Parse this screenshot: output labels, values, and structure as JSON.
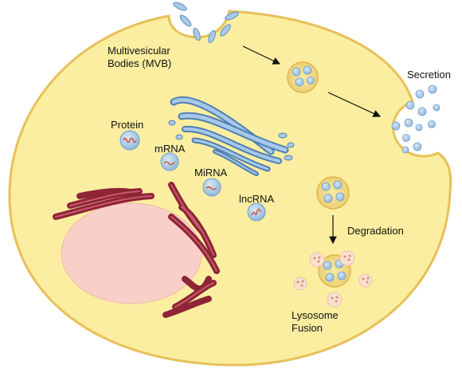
{
  "labels": {
    "mvb": "Multivesicular Bodies (MVB)",
    "secretion": "Secretion",
    "protein": "Protein",
    "mrna": "mRNA",
    "mirna": "MiRNA",
    "lncrna": "lncRNA",
    "degradation": "Degradation",
    "lysosome": "Lysosome Fusion"
  },
  "colors": {
    "cytoplasm": "#fbeea0",
    "membrane": "#e8c05a",
    "nucleus": "#f9d0c8",
    "golgi": "#6d9fd0",
    "er": "#8e2436",
    "vesicle": "#a9c9e6",
    "lysosome": "#f9e1d0"
  },
  "icons": [
    "cell-membrane",
    "nucleus",
    "golgi-apparatus",
    "endoplasmic-reticulum",
    "vesicle",
    "lysosome",
    "arrow"
  ]
}
